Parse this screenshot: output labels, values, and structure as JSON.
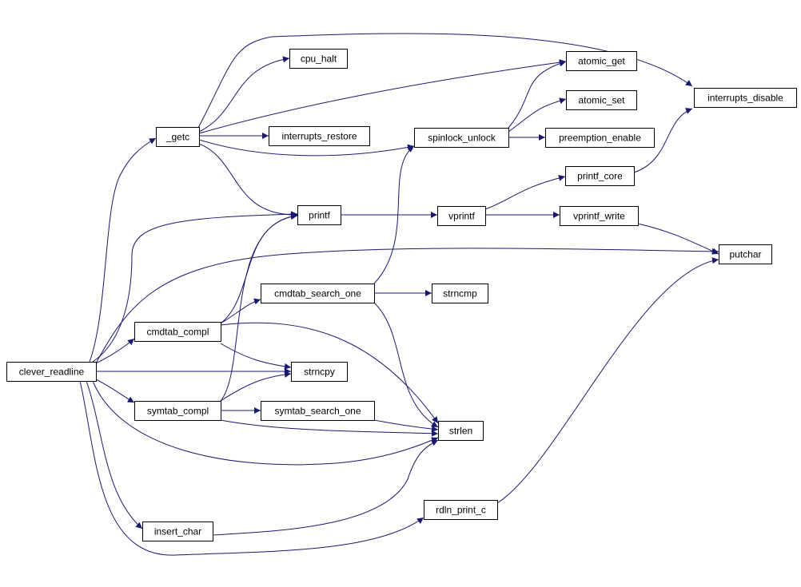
{
  "colors": {
    "edge": "#191970",
    "node_border": "#000000",
    "node_fill": "#ffffff",
    "root_fill": "#000000",
    "root_text": "#ffffff",
    "highlight_border": "#ff0000"
  },
  "nodes": [
    {
      "id": "clever_readline",
      "label": "clever_readline",
      "style": "root"
    },
    {
      "id": "getc",
      "label": "_getc",
      "style": "normal"
    },
    {
      "id": "cmdtab_compl",
      "label": "cmdtab_compl",
      "style": "normal"
    },
    {
      "id": "symtab_compl",
      "label": "symtab_compl",
      "style": "normal"
    },
    {
      "id": "insert_char",
      "label": "insert_char",
      "style": "normal"
    },
    {
      "id": "printf",
      "label": "printf",
      "style": "normal"
    },
    {
      "id": "strncpy",
      "label": "strncpy",
      "style": "normal"
    },
    {
      "id": "putchar",
      "label": "putchar",
      "style": "normal"
    },
    {
      "id": "strlen",
      "label": "strlen",
      "style": "normal"
    },
    {
      "id": "rdln_print_c",
      "label": "rdln_print_c",
      "style": "normal"
    },
    {
      "id": "cpu_halt",
      "label": "cpu_halt",
      "style": "normal"
    },
    {
      "id": "interrupts_restore",
      "label": "interrupts_restore",
      "style": "normal"
    },
    {
      "id": "spinlock_unlock",
      "label": "spinlock_unlock",
      "style": "normal"
    },
    {
      "id": "atomic_get",
      "label": "atomic_get",
      "style": "normal"
    },
    {
      "id": "interrupts_disable",
      "label": "interrupts_disable",
      "style": "normal"
    },
    {
      "id": "cmdtab_search_one",
      "label": "cmdtab_search_one",
      "style": "normal"
    },
    {
      "id": "symtab_search_one",
      "label": "symtab_search_one",
      "style": "normal"
    },
    {
      "id": "vprintf",
      "label": "vprintf",
      "style": "normal"
    },
    {
      "id": "strncmp",
      "label": "strncmp",
      "style": "normal"
    },
    {
      "id": "atomic_set",
      "label": "atomic_set",
      "style": "normal"
    },
    {
      "id": "preemption_enable",
      "label": "preemption_enable",
      "style": "normal"
    },
    {
      "id": "printf_core",
      "label": "printf_core",
      "style": "highlight"
    },
    {
      "id": "vprintf_write",
      "label": "vprintf_write",
      "style": "normal"
    }
  ],
  "edges": [
    {
      "from": "clever_readline",
      "to": "getc"
    },
    {
      "from": "clever_readline",
      "to": "printf"
    },
    {
      "from": "clever_readline",
      "to": "putchar"
    },
    {
      "from": "clever_readline",
      "to": "cmdtab_compl"
    },
    {
      "from": "clever_readline",
      "to": "strncpy"
    },
    {
      "from": "clever_readline",
      "to": "symtab_compl"
    },
    {
      "from": "clever_readline",
      "to": "strlen"
    },
    {
      "from": "clever_readline",
      "to": "insert_char"
    },
    {
      "from": "clever_readline",
      "to": "rdln_print_c"
    },
    {
      "from": "getc",
      "to": "interrupts_disable"
    },
    {
      "from": "getc",
      "to": "cpu_halt"
    },
    {
      "from": "getc",
      "to": "atomic_get"
    },
    {
      "from": "getc",
      "to": "interrupts_restore"
    },
    {
      "from": "getc",
      "to": "spinlock_unlock"
    },
    {
      "from": "getc",
      "to": "printf"
    },
    {
      "from": "cmdtab_compl",
      "to": "printf"
    },
    {
      "from": "cmdtab_compl",
      "to": "cmdtab_search_one"
    },
    {
      "from": "cmdtab_compl",
      "to": "strncpy"
    },
    {
      "from": "cmdtab_compl",
      "to": "strlen"
    },
    {
      "from": "symtab_compl",
      "to": "printf"
    },
    {
      "from": "symtab_compl",
      "to": "strncpy"
    },
    {
      "from": "symtab_compl",
      "to": "symtab_search_one"
    },
    {
      "from": "symtab_compl",
      "to": "strlen"
    },
    {
      "from": "insert_char",
      "to": "strlen"
    },
    {
      "from": "rdln_print_c",
      "to": "putchar"
    },
    {
      "from": "printf",
      "to": "vprintf"
    },
    {
      "from": "cmdtab_search_one",
      "to": "spinlock_unlock"
    },
    {
      "from": "cmdtab_search_one",
      "to": "strncmp"
    },
    {
      "from": "cmdtab_search_one",
      "to": "strlen"
    },
    {
      "from": "symtab_search_one",
      "to": "strlen"
    },
    {
      "from": "spinlock_unlock",
      "to": "atomic_get"
    },
    {
      "from": "spinlock_unlock",
      "to": "atomic_set"
    },
    {
      "from": "spinlock_unlock",
      "to": "preemption_enable"
    },
    {
      "from": "vprintf",
      "to": "printf_core"
    },
    {
      "from": "vprintf",
      "to": "vprintf_write"
    },
    {
      "from": "printf_core",
      "to": "interrupts_disable"
    },
    {
      "from": "vprintf_write",
      "to": "putchar"
    }
  ]
}
